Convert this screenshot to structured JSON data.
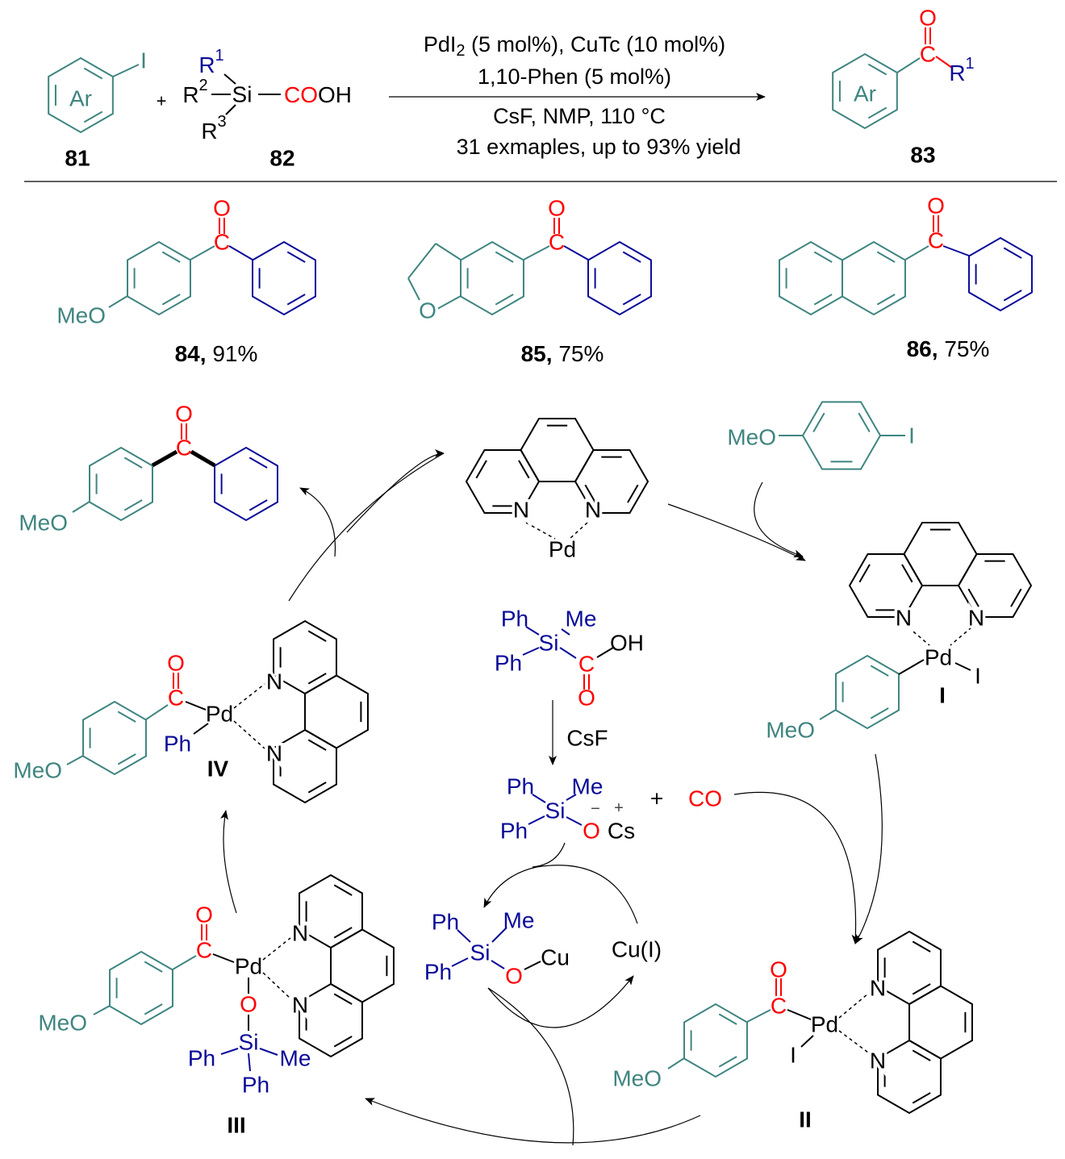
{
  "colors": {
    "aryl": "#3f8580",
    "silyl": "#0a0a99",
    "carbonyl": "#ff0000",
    "text": "#000000"
  },
  "scheme": {
    "reactant_81": {
      "ring_label": "Ar",
      "substituent": "I",
      "label": "81"
    },
    "plus": "+",
    "reactant_82": {
      "r1": "R",
      "r1_sup": "1",
      "r2": "R",
      "r2_sup": "2",
      "r3": "R",
      "r3_sup": "3",
      "si": "Si",
      "co": "CO",
      "oh": "OH",
      "label": "82"
    },
    "conditions": {
      "line1_a": "PdI",
      "line1_sub": "2",
      "line1_b": " (5 mol%), CuTc (10 mol%)",
      "line2": "1,10-Phen (5 mol%)",
      "line3": "CsF, NMP, 110 °C",
      "line4": "31 exmaples, up to 93% yield"
    },
    "product_83": {
      "ring_label": "Ar",
      "c": "C",
      "o": "O",
      "r1": "R",
      "r1_sup": "1",
      "label": "83"
    }
  },
  "examples": [
    {
      "id": "84,",
      "yield": " 91%",
      "meo": "MeO",
      "c": "C",
      "o": "O"
    },
    {
      "id": "85,",
      "yield": " 75%",
      "ring_o": "O",
      "c": "C",
      "o": "O"
    },
    {
      "id": "86,",
      "yield": " 75%",
      "c": "C",
      "o": "O"
    }
  ],
  "cycle": {
    "phen_pd": {
      "n1": "N",
      "n2": "N",
      "pd": "Pd"
    },
    "product": {
      "meo": "MeO",
      "c": "C",
      "o": "O"
    },
    "aryl_iodide": {
      "meo": "MeO",
      "i": "I"
    },
    "intermediate_I": {
      "n1": "N",
      "n2": "N",
      "pd": "Pd",
      "i": "I",
      "meo": "MeO",
      "label": "I"
    },
    "silanecarboxylic_acid": {
      "ph1": "Ph",
      "me": "Me",
      "si": "Si",
      "ph2": "Ph",
      "c": "C",
      "oh": "OH",
      "o": "O"
    },
    "reagent": "CsF",
    "silanolate": {
      "ph1": "Ph",
      "me": "Me",
      "si": "Si",
      "ph2": "Ph",
      "o": "O",
      "cs": "Cs",
      "minus": "−",
      "plus": "+"
    },
    "plus": "+",
    "co": "CO",
    "copper_silanolate": {
      "ph1": "Ph",
      "me": "Me",
      "si": "Si",
      "ph2": "Ph",
      "o": "O",
      "cu": "Cu"
    },
    "copper_catalyst": "Cu(I)",
    "intermediate_II": {
      "meo": "MeO",
      "c": "C",
      "o": "O",
      "pd": "Pd",
      "i": "I",
      "n1": "N",
      "n2": "N",
      "label": "II"
    },
    "intermediate_III": {
      "meo": "MeO",
      "c": "C",
      "o": "O",
      "pd": "Pd",
      "n1": "N",
      "n2": "N",
      "o2": "O",
      "si": "Si",
      "ph1": "Ph",
      "me": "Me",
      "ph2": "Ph",
      "label": "III"
    },
    "intermediate_IV": {
      "meo": "MeO",
      "c": "C",
      "o": "O",
      "pd": "Pd",
      "ph": "Ph",
      "n1": "N",
      "n2": "N",
      "label": "IV"
    }
  }
}
